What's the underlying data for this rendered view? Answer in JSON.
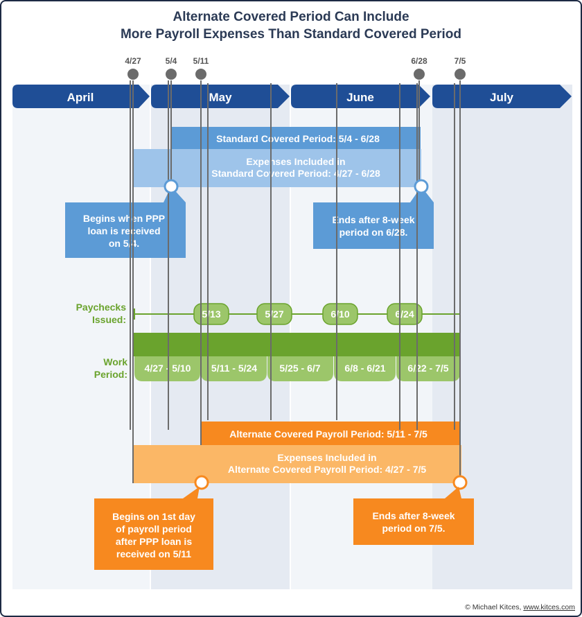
{
  "title_line1": "Alternate Covered Period Can Include",
  "title_line2": "More Payroll Expenses Than Standard Covered Period",
  "months": [
    "April",
    "May",
    "June",
    "July"
  ],
  "dates": [
    "4/27",
    "5/4",
    "5/11",
    "6/28",
    "7/5"
  ],
  "standard_period": "Standard Covered Period: 5/4 - 6/28",
  "standard_expenses_line1": "Expenses Included in",
  "standard_expenses_line2": "Standard Covered Period: 4/27 - 6/28",
  "callout_begins_ppp": [
    "Begins when PPP",
    "loan is received",
    "on 5/4."
  ],
  "callout_ends_628": [
    "Ends after 8-week",
    "period on 6/28."
  ],
  "paychecks_label": [
    "Paychecks",
    "Issued:"
  ],
  "paychecks": [
    "5/13",
    "5/27",
    "6/10",
    "6/24"
  ],
  "work_label": [
    "Work",
    "Period:"
  ],
  "work_periods": [
    "4/27 - 5/10",
    "5/11 - 5/24",
    "5/25 - 6/7",
    "6/8 - 6/21",
    "6/22 - 7/5"
  ],
  "alternate_period": "Alternate Covered Payroll Period: 5/11 - 7/5",
  "alternate_expenses_line1": "Expenses Included in",
  "alternate_expenses_line2": "Alternate Covered Payroll Period: 4/27 - 7/5",
  "callout_begins_payroll": [
    "Begins on 1st day",
    "of payroll period",
    "after PPP loan is",
    "received on 5/11"
  ],
  "callout_ends_75": [
    "Ends after 8-week",
    "period on 7/5."
  ],
  "copyright": "© Michael Kitces, ",
  "copyright_link": "www.kitces.com",
  "colors": {
    "navy": "#1f4e96",
    "blue": "#5c9bd6",
    "light_blue": "#9ec4ea",
    "green": "#6aa32d",
    "light_green": "#9cc66a",
    "orange": "#f7891f",
    "light_orange": "#fbb766",
    "gray_line": "#6b6b6b"
  }
}
